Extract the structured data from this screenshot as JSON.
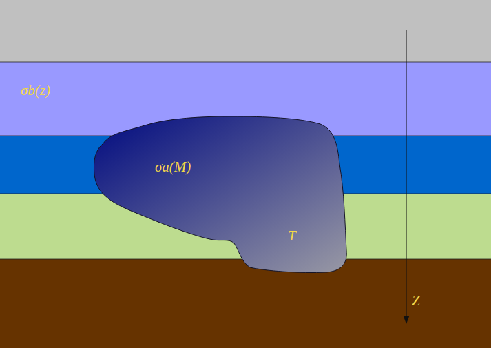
{
  "diagram": {
    "nodes": [
      {
        "text": [
          "σb(z)"
        ]
      },
      {
        "text": [
          "σa(M)",
          "T"
        ]
      }
    ],
    "labels": [
      "Z"
    ]
  }
}
